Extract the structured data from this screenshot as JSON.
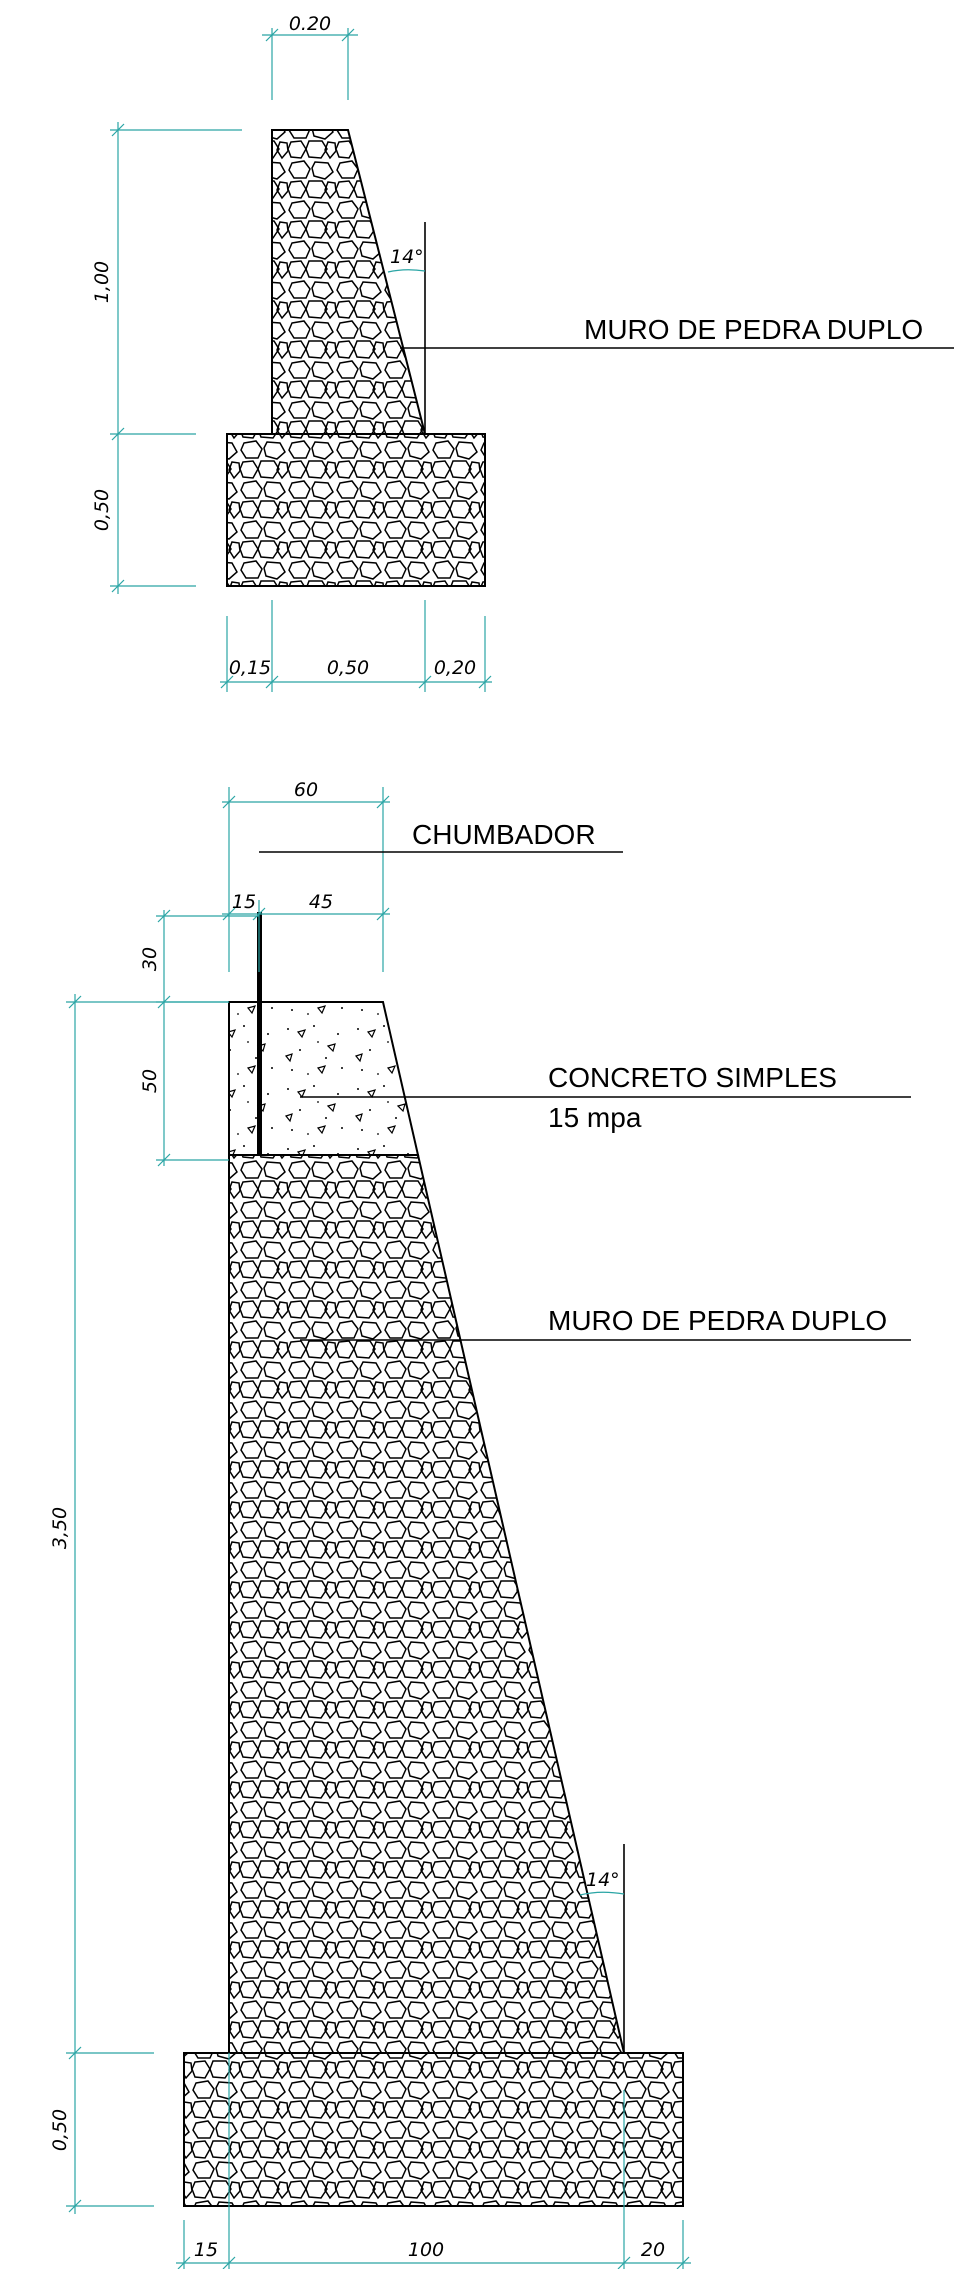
{
  "wall_top": {
    "label": "MURO DE PEDRA DUPLO",
    "dim_top_width": "0.20",
    "dim_wall_height": "1,00",
    "dim_footing_height": "0,50",
    "dim_bottom_left": "0,15",
    "dim_bottom_mid": "0,50",
    "dim_bottom_right": "0,20",
    "angle": "14°"
  },
  "wall_bottom": {
    "label_anchor": "CHUMBADOR",
    "label_concrete_1": "CONCRETO SIMPLES",
    "label_concrete_2": "15 mpa",
    "label_masonry": "MURO DE PEDRA DUPLO",
    "dim_top_total": "60",
    "dim_top_left": "15",
    "dim_top_right": "45",
    "dim_anchor_height": "30",
    "dim_cap_height": "50",
    "dim_wall_height": "3,50",
    "dim_footing_height": "0,50",
    "dim_bottom_left": "15",
    "dim_bottom_mid": "100",
    "dim_bottom_right": "20",
    "angle": "14°"
  }
}
